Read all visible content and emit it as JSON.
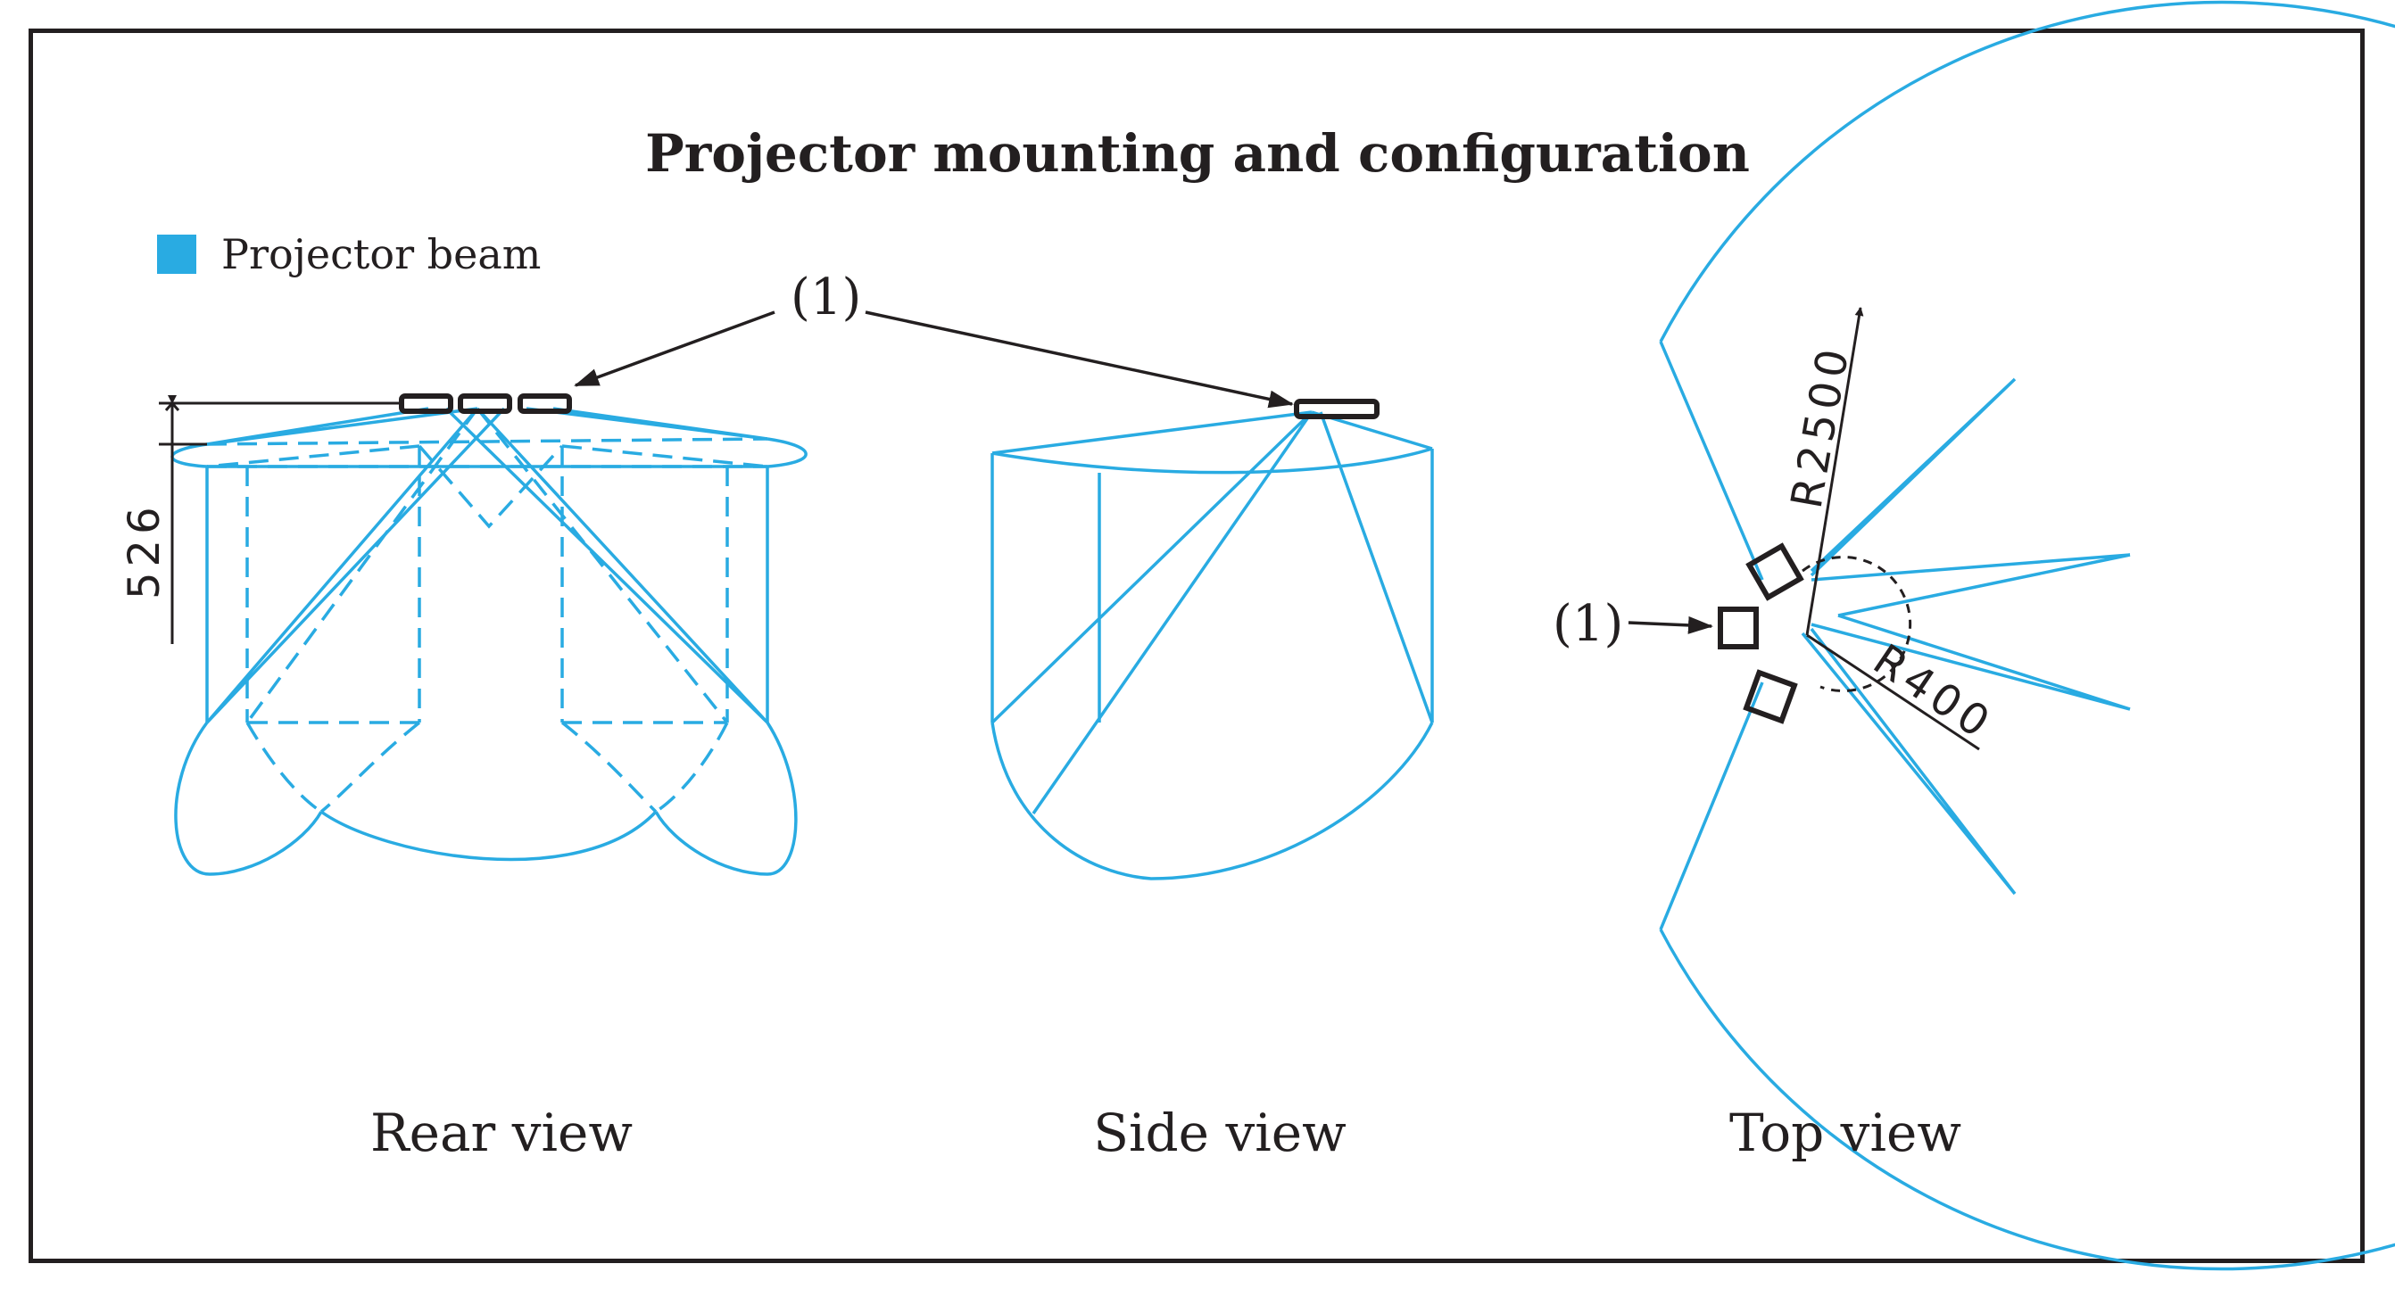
{
  "title": "Projector mounting and configuration",
  "legend": {
    "label": "Projector beam",
    "color": "#29abe2"
  },
  "callout_label": "(1)",
  "dimensions": {
    "height": "526",
    "radius_outer": "R2500",
    "radius_inner": "R400"
  },
  "views": {
    "rear": "Rear view",
    "side": "Side view",
    "top": "Top view"
  },
  "colors": {
    "beam": "#29abe2",
    "ink": "#231f20"
  }
}
